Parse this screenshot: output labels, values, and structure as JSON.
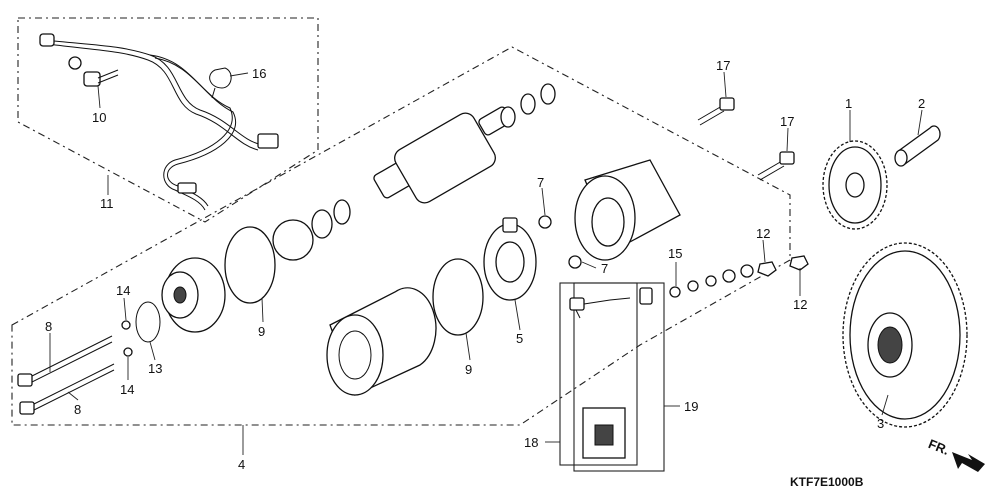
{
  "diagram": {
    "callouts": [
      {
        "id": "c1",
        "label": "1"
      },
      {
        "id": "c2",
        "label": "2"
      },
      {
        "id": "c3",
        "label": "3"
      },
      {
        "id": "c4",
        "label": "4"
      },
      {
        "id": "c5",
        "label": "5"
      },
      {
        "id": "c7a",
        "label": "7"
      },
      {
        "id": "c7b",
        "label": "7"
      },
      {
        "id": "c8a",
        "label": "8"
      },
      {
        "id": "c8b",
        "label": "8"
      },
      {
        "id": "c9a",
        "label": "9"
      },
      {
        "id": "c9b",
        "label": "9"
      },
      {
        "id": "c10",
        "label": "10"
      },
      {
        "id": "c11",
        "label": "11"
      },
      {
        "id": "c12a",
        "label": "12"
      },
      {
        "id": "c12b",
        "label": "12"
      },
      {
        "id": "c13",
        "label": "13"
      },
      {
        "id": "c14a",
        "label": "14"
      },
      {
        "id": "c14b",
        "label": "14"
      },
      {
        "id": "c15",
        "label": "15"
      },
      {
        "id": "c16",
        "label": "16"
      },
      {
        "id": "c17a",
        "label": "17"
      },
      {
        "id": "c17b",
        "label": "17"
      },
      {
        "id": "c18",
        "label": "18"
      },
      {
        "id": "c19",
        "label": "19"
      }
    ],
    "direction_label": "FR.",
    "diagram_code": "KTF7E1000B"
  }
}
